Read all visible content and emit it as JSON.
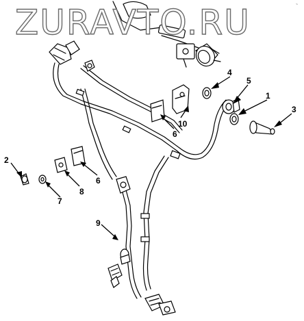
{
  "watermark": "ZURAVTO.RU",
  "corner_mark": "~",
  "callouts": [
    {
      "id": "callout-1",
      "label": "1"
    },
    {
      "id": "callout-2",
      "label": "2"
    },
    {
      "id": "callout-3",
      "label": "3"
    },
    {
      "id": "callout-4",
      "label": "4"
    },
    {
      "id": "callout-5",
      "label": "5"
    },
    {
      "id": "callout-6a",
      "label": "6"
    },
    {
      "id": "callout-6b",
      "label": "6"
    },
    {
      "id": "callout-7",
      "label": "7"
    },
    {
      "id": "callout-8",
      "label": "8"
    },
    {
      "id": "callout-9",
      "label": "9"
    },
    {
      "id": "callout-10",
      "label": "10"
    }
  ],
  "colors": {
    "line": "#000000",
    "watermark_outline": "#6a6a6a",
    "background": "#ffffff"
  }
}
